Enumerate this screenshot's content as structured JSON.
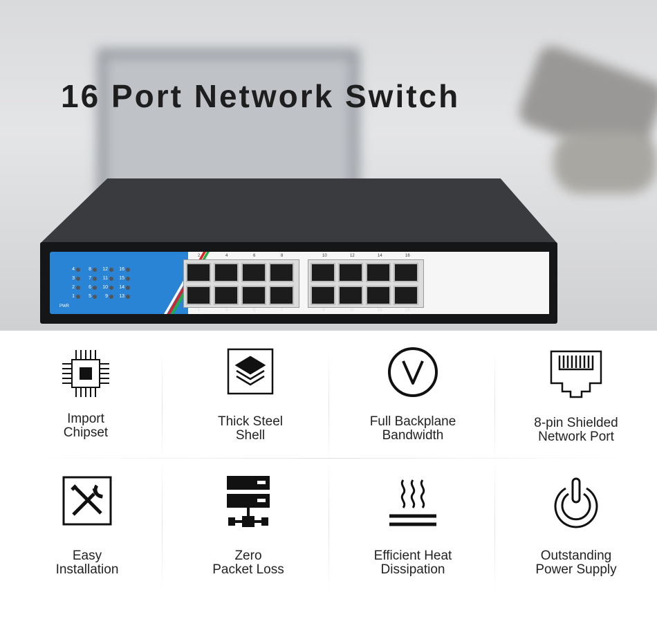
{
  "title": "16 Port Network Switch",
  "switch": {
    "led_labels": [
      "4",
      "8",
      "12",
      "16",
      "3",
      "7",
      "11",
      "15",
      "2",
      "6",
      "10",
      "14",
      "1",
      "5",
      "9",
      "13"
    ],
    "pwr_label": "PWR",
    "port_top_numbers": [
      "2",
      "4",
      "6",
      "8",
      "10",
      "12",
      "14",
      "16"
    ],
    "port_bottom_numbers": [
      "1",
      "3",
      "5",
      "7",
      "9",
      "11",
      "13",
      "15"
    ]
  },
  "features": [
    {
      "icon": "chip-icon",
      "label": "Import\nChipset"
    },
    {
      "icon": "layers-icon",
      "label": "Thick Steel\nShell"
    },
    {
      "icon": "v-circle-icon",
      "label": "Full Backplane\nBandwidth"
    },
    {
      "icon": "rj45-port-icon",
      "label": "8-pin Shielded\nNetwork Port"
    },
    {
      "icon": "tools-icon",
      "label": "Easy\nInstallation"
    },
    {
      "icon": "server-network-icon",
      "label": "Zero\nPacket Loss"
    },
    {
      "icon": "heat-icon",
      "label": "Efficient Heat\nDissipation"
    },
    {
      "icon": "power-icon",
      "label": "Outstanding\nPower Supply"
    }
  ]
}
